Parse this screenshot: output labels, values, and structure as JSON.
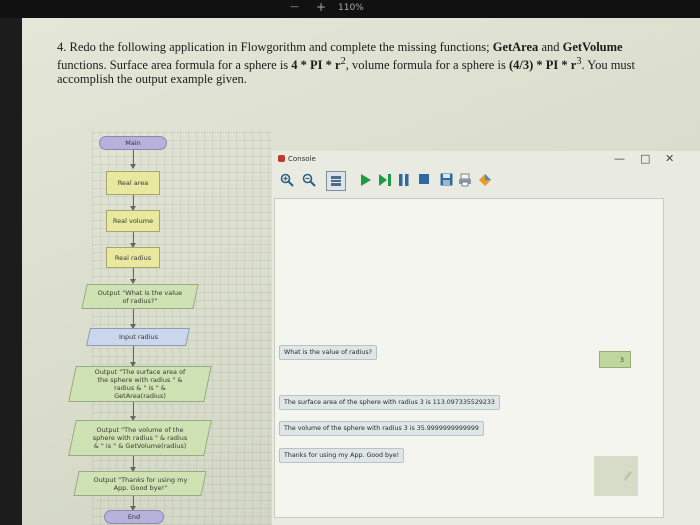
{
  "statusbar": {
    "minus": "—",
    "plus": "+",
    "zoom": "110%"
  },
  "question": {
    "number": "4.",
    "part1": " Redo the following application in Flowgorithm and complete the missing functions; ",
    "bold1": "GetArea",
    "part2": " and ",
    "bold2": "GetVolume",
    "part3": " functions. Surface area formula for a sphere is ",
    "bold3": "4 * PI * r",
    "sup1": "2",
    "part4": ", volume formula for a sphere is ",
    "bold4": "(4/3) * PI * r",
    "sup2": "3",
    "part5": ". You must accomplish the output example given."
  },
  "flowchart": {
    "main": "Main",
    "declare_area": "Real area",
    "declare_volume": "Real volume",
    "declare_radius": "Real radius",
    "output_prompt": "Output \"What is the value of radius?\"",
    "input_radius": "Input radius",
    "output_area": "Output \"The surface area of the sphere with radius \" & radius & \" is \" & GetArea(radius)",
    "output_volume": "Output \"The volume of the sphere with radius \" & radius & \" is \" & GetVolume(radius)",
    "output_thanks": "Output \"Thanks for using my App. Good bye!\"",
    "end": "End"
  },
  "console": {
    "title": "Console",
    "minimize": "—",
    "maximize": "□",
    "close": "✕",
    "messages": {
      "prompt": "What is the value of radius?",
      "area": "The surface area of the sphere with radius 3 is 113.097335529233",
      "volume": "The volume of the sphere with radius 3 is 35.9999999999999",
      "thanks": "Thanks for using my App. Good bye!"
    },
    "user_input": "3"
  },
  "colors": {
    "terminal": "#b7b2dc",
    "process": "#e8e89e",
    "output": "#cfe2b4",
    "input": "#c9d6ec",
    "play": "#1e9c45"
  }
}
